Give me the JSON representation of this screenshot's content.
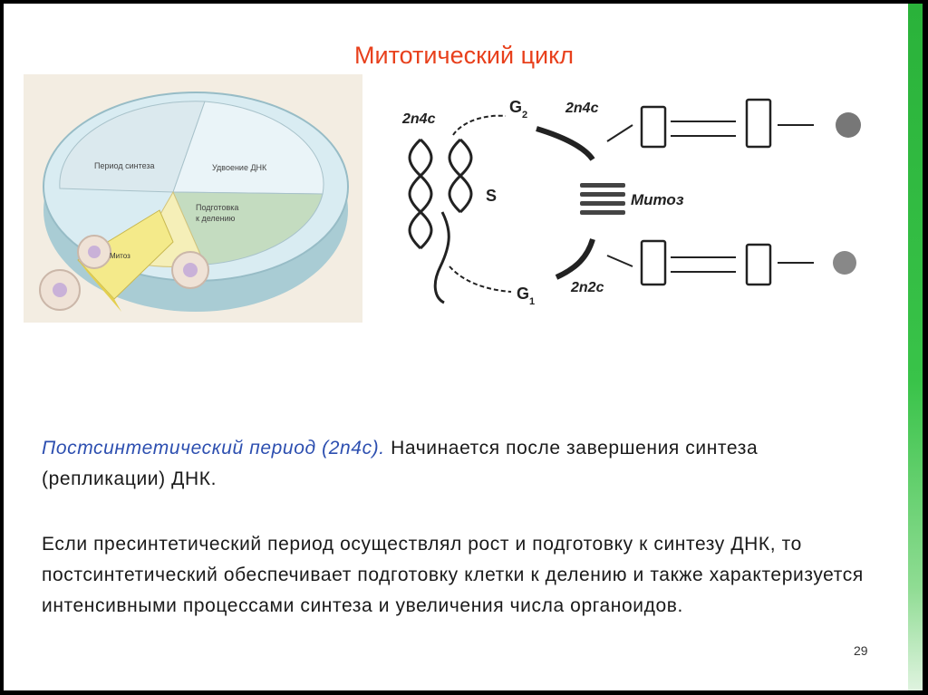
{
  "slide": {
    "title": "Митотический цикл",
    "paragraph1": {
      "highlight": "Постсинтетический период (2n4c).",
      "text": " Начинается после завершения синтеза (репликации) ДНК."
    },
    "paragraph2": "Если пресинтетический период осуществлял рост и подготовку к синтезу ДНК, то постсинтетический обеспечивает подготовку клетки к делению и также характеризуется интенсивными процессами синтеза и увеличения числа органоидов.",
    "page_number": "29"
  },
  "pie_figure": {
    "labels": {
      "synthesis": "Период синтеза",
      "doubling": "Удвоение ДНК",
      "preparation_line1": "Подготовка",
      "preparation_line2": "к делению",
      "mitosis": "Митоз"
    }
  },
  "cycle_diagram": {
    "labels": {
      "left_ploidy": "2n4c",
      "g2": "G",
      "g2_sub": "2",
      "top_ploidy": "2n4c",
      "s_phase": "S",
      "mitosis": "Митоз",
      "g1": "G",
      "g1_sub": "1",
      "bottom_ploidy": "2n2c"
    }
  },
  "colors": {
    "title": "#e8401c",
    "highlight": "#2d4fb0",
    "accent_bar": "#39c349"
  }
}
